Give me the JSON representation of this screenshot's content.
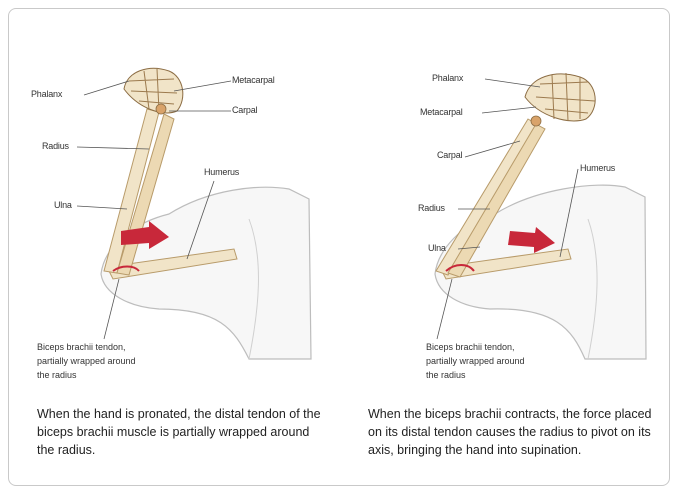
{
  "left_panel": {
    "labels": {
      "phalanx": "Phalanx",
      "metacarpal": "Metacarpal",
      "carpal": "Carpal",
      "radius": "Radius",
      "ulna": "Ulna",
      "humerus": "Humerus"
    },
    "tendon_note": "Biceps brachii tendon,\npartially wrapped around\nthe radius",
    "caption": "When the hand is pronated, the distal tendon of the biceps brachii muscle is partially wrapped around the radius."
  },
  "right_panel": {
    "labels": {
      "phalanx": "Phalanx",
      "metacarpal": "Metacarpal",
      "carpal": "Carpal",
      "humerus": "Humerus",
      "radius": "Radius",
      "ulna": "Ulna"
    },
    "tendon_note": "Biceps brachii tendon,\npartially wrapped around\nthe radius",
    "caption": "When the biceps brachii contracts, the force placed on its distal tendon causes the radius to pivot on its axis, bringing the hand into supination."
  },
  "colors": {
    "arrow": "#c8283a",
    "bone": "#f1e4c8",
    "muscle_outline": "#b9b9b9",
    "leader": "#555555"
  }
}
